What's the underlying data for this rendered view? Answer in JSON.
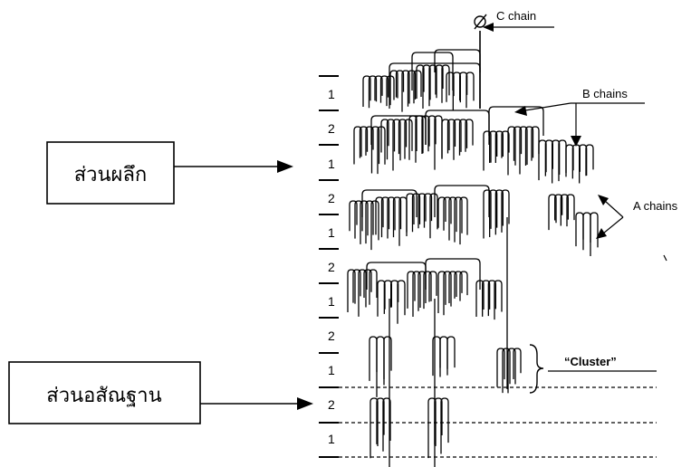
{
  "boxes": {
    "crystalline": "ส่วนผลึก",
    "amorphous": "ส่วนอสัณฐาน"
  },
  "labels": {
    "c_chain_symbol": "ø",
    "c_chain": "C  chain",
    "b_chains": "B  chains",
    "a_chains": "A  chains",
    "cluster": "“Cluster”"
  },
  "layer_numbers": [
    "1",
    "2",
    "1",
    "2",
    "1",
    "2",
    "1",
    "2",
    "1",
    "2",
    "1"
  ]
}
